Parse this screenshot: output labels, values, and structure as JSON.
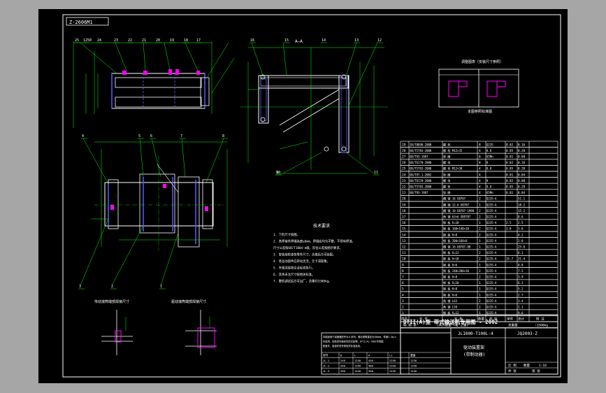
{
  "colors": {
    "background": "#000000",
    "frame": "#ffffff",
    "dim": "#00ff00",
    "part": "#ffffff",
    "hidden": "#5b5bff",
    "accent": "#ff00ff",
    "note": "#ffff00"
  },
  "drawing": {
    "code_box": "Z-2606M1",
    "view_label_a": "A—A",
    "balloons_top": [
      "25",
      "1250",
      "24",
      "23",
      "22",
      "21",
      "20",
      "19",
      "18",
      "17"
    ],
    "balloons_right": [
      "16",
      "15",
      "14",
      "13",
      "12"
    ],
    "balloons_left": [
      "4",
      "5",
      "6",
      "7",
      "8"
    ],
    "balloons_bottom": [
      "3",
      "2",
      "1"
    ],
    "balloon_side": [
      "10",
      "11",
      "9"
    ],
    "section_title_1": "传动滚筒端部焊接尺寸",
    "section_title_2": "驱动滚筒端部焊接尺寸",
    "tech_req_title": "技术要求",
    "tech_req_lines": [
      "1. 下料尺寸按图。",
      "2. 各焊接件焊缝高度≥6mm，焊缝应均匀平整，不得有焊渣。",
      "   尺寸公差按GB/T1804-m级，形位公差按图示要求。",
      "3. 安装前检查各零件尺寸，合格后方可装配。",
      "4. 各运动部件应转动灵活，无卡滞现象。",
      "5. 外观涂装按企业标准执行。",
      "6. 其余未注尺寸按相关标准。",
      "7. 整机调试后方可出厂，总重约1500kg。"
    ],
    "detail_table_title": "调整图表（安装尺寸参照）",
    "detail_caption": "本图参照标准图"
  },
  "bom": {
    "rows": [
      [
        "29",
        "JB/T8890-2000",
        "螺 栓",
        "8",
        "Q235",
        "0.02",
        "0.16"
      ],
      [
        "28",
        "GB/T5783-2000",
        "螺 栓 M12×35",
        "4",
        "8.8",
        "0.05",
        "0.20"
      ],
      [
        "27",
        "GB/T93-1987",
        "垫 圈",
        "8",
        "65Mn",
        "0.01",
        "0.08"
      ],
      [
        "26",
        "GB/T6170-2000",
        "螺 母",
        "8",
        "8",
        "0.02",
        "0.16"
      ],
      [
        "25",
        "GB/T5783-2000",
        "螺 栓 M12×30",
        "4",
        "8.8",
        "0.05",
        "0.20"
      ],
      [
        "24",
        "GB/T97.1-2002",
        "垫 圈",
        "4",
        "",
        "0.01",
        "0.04"
      ],
      [
        "23",
        "GB/T6170-2000",
        "螺 母",
        "4",
        "8",
        "0.02",
        "0.08"
      ],
      [
        "22",
        "GB/T5783-2000",
        "螺 栓",
        "4",
        "8.8",
        "0.05",
        "0.20"
      ],
      [
        "21",
        "GB/T93-1987",
        "垫 圈",
        "4",
        "65Mn",
        "0.01",
        "0.04"
      ],
      [
        "20",
        "",
        "槽 钢 16 GB707",
        "2",
        "Q235-A",
        "",
        "51.1"
      ],
      [
        "19",
        "",
        "槽 钢 12.6 GB707",
        "1",
        "Q235-A",
        "",
        "18.2"
      ],
      [
        "18",
        "",
        "槽 钢 10 GB707-1988",
        "2",
        "Q235-A",
        "",
        "15.2"
      ],
      [
        "17",
        "",
        "角 钢 63×6 GB9787",
        "2",
        "Q235-A",
        "",
        "8.6"
      ],
      [
        "16",
        "",
        "钢 板 δ=10",
        "1",
        "Q235-A",
        "2.5",
        "2.5"
      ],
      [
        "15",
        "",
        "钢 板 160×140×10",
        "2",
        "Q235-A",
        "1.8",
        "3.6"
      ],
      [
        "14",
        "",
        "钢 板 δ=8",
        "2",
        "Q235-A",
        "",
        "4.2"
      ],
      [
        "13",
        "",
        "钢 板 200×160×8",
        "1",
        "Q235-A",
        "",
        "2.0"
      ],
      [
        "12",
        "",
        "槽 钢 16 GB707-88",
        "1",
        "Q235-A",
        "",
        "25.6"
      ],
      [
        "11",
        "",
        "钢 板 δ=12",
        "2",
        "Q235-A",
        "",
        "6.1"
      ],
      [
        "10",
        "",
        "钢 板 δ=10",
        "2",
        "Q235-A",
        "15.7",
        "31.4"
      ],
      [
        "9",
        "",
        "钢 板 δ=6",
        "1",
        "Q235-A",
        "",
        "4.8"
      ],
      [
        "8",
        "",
        "钢 板 240×200×10",
        "2",
        "Q235-A",
        "",
        "7.5"
      ],
      [
        "7",
        "",
        "钢 板 δ=8",
        "2",
        "Q235-A",
        "",
        "3.9"
      ],
      [
        "6",
        "",
        "钢 板 δ=10",
        "1",
        "Q235-A",
        "",
        "6.3"
      ],
      [
        "5",
        "",
        "钢 板 δ=8",
        "1",
        "Q235-A",
        "",
        "5.2"
      ],
      [
        "4",
        "",
        "钢 板 δ=6",
        "1",
        "Q235-A",
        "",
        "2.7"
      ],
      [
        "3",
        "",
        "角 钢 L63",
        "2",
        "Q235-A",
        "",
        "3.4"
      ],
      [
        "2",
        "",
        "角 钢 L50",
        "2",
        "Q235-A",
        "",
        "2.1"
      ],
      [
        "1",
        "",
        "钢 板 δ=12",
        "1",
        "Q235-A",
        "",
        "9.6"
      ]
    ],
    "header": [
      "序号",
      "代 号",
      "名 称",
      "数量",
      "材 料",
      "单件",
      "总计",
      "附 注"
    ],
    "weight_row": [
      "明 细 表",
      "(共计数量 —套 之重)",
      "总重量",
      "~1500kg"
    ]
  },
  "title_block": {
    "main_title": "DTII(A)型  带式输送机专用图 - 2002",
    "model": "JL1000-T100L-4",
    "drawing_no": "JQ2003-Z",
    "part_name": "驱动装置架",
    "part_sub": "(带制动器)",
    "scale_row": [
      "比 例",
      "数量",
      "共 张",
      "第 张"
    ],
    "sheet": "1:10"
  },
  "revision_block": {
    "notes": [
      "本图适用于减速器型号为JL系列，驱动滚筒直径为500mm，带速2.5m/s",
      "时选用，如有变化按实际情况处理，DTII(A)-2002专用图",
      "配套件，各部件型号按相关标准选用。"
    ],
    "table": [
      [
        "型号",
        "B",
        "L",
        "H",
        "L1",
        "重量"
      ],
      [
        "JL-1",
        "240",
        "1250",
        "450",
        "2250",
        "1250"
      ],
      [
        "JL-2",
        "260",
        "1350",
        "480",
        "2350",
        "1350"
      ],
      [
        "JL-3",
        "280",
        "1450",
        "500",
        "2450",
        "1450"
      ]
    ]
  }
}
